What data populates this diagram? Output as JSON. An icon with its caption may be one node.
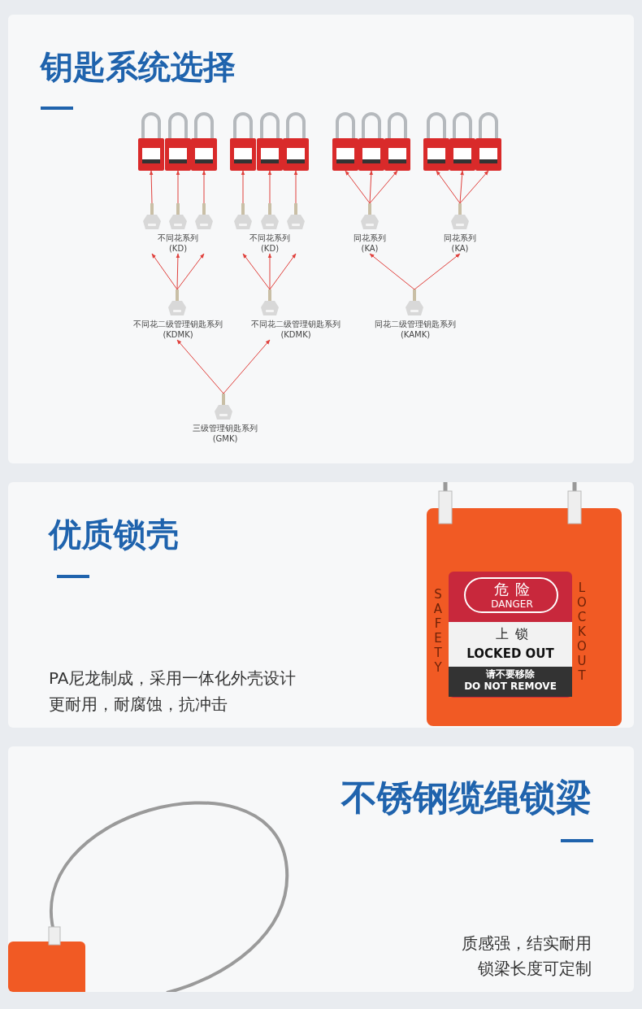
{
  "diagram": {
    "nodes": [
      {
        "text": [],
        "shape": "picture"
      },
      {
        "text": [],
        "shape": "picture"
      },
      {
        "text": [],
        "shape": "picture"
      },
      {
        "text": [],
        "shape": "picture"
      },
      {
        "text": [],
        "shape": "picture"
      },
      {
        "text": [],
        "shape": "picture"
      },
      {
        "text": [],
        "shape": "picture"
      },
      {
        "text": [],
        "shape": "picture"
      },
      {
        "text": [],
        "shape": "picture"
      },
      {
        "text": [],
        "shape": "picture"
      },
      {
        "text": [],
        "shape": "picture"
      },
      {
        "text": [],
        "shape": "picture"
      },
      {
        "text": [],
        "shape": "picture"
      },
      {
        "text": [
          "不同花系列 (KD)"
        ]
      },
      {
        "text": [],
        "shape": "picture"
      },
      {
        "text": [],
        "shape": "picture"
      },
      {
        "text": [
          "不同花系列 (KD)"
        ]
      },
      {
        "text": [],
        "shape": "picture"
      },
      {
        "text": [
          "同花系列 (KA)"
        ]
      },
      {
        "text": [
          "同花系列 (KA)"
        ]
      },
      {
        "text": [
          "不同花二级管理钥匙系列 (KDMK)"
        ]
      },
      {
        "text": [
          "不同花二级管理钥匙系列 (KDMK)"
        ]
      },
      {
        "text": [
          "同花二级管理钥匙系列 (KAMK)"
        ]
      },
      {
        "text": [
          "三级管理钥匙系列 (GMK)"
        ]
      }
    ],
    "edges": [
      {
        "from": 12,
        "to": 0,
        "arrow": "to"
      },
      {
        "from": 13,
        "to": 1,
        "arrow": "to"
      },
      {
        "from": 14,
        "to": 2,
        "arrow": "to"
      },
      {
        "from": 15,
        "to": 3,
        "arrow": "to"
      },
      {
        "from": 16,
        "to": 4,
        "arrow": "to"
      },
      {
        "from": 17,
        "to": 5,
        "arrow": "to"
      },
      {
        "from": 18,
        "to": 6,
        "arrow": "to"
      },
      {
        "from": 18,
        "to": 7,
        "arrow": "to"
      },
      {
        "from": 18,
        "to": 8,
        "arrow": "to"
      },
      {
        "from": 19,
        "to": 9,
        "arrow": "to"
      },
      {
        "from": 19,
        "to": 10,
        "arrow": "to"
      },
      {
        "from": 19,
        "to": 11,
        "arrow": "to"
      },
      {
        "from": 20,
        "to": 12,
        "arrow": "to"
      },
      {
        "from": 20,
        "to": 13,
        "arrow": "to"
      },
      {
        "from": 20,
        "to": 14,
        "arrow": "to"
      },
      {
        "from": 21,
        "to": 15,
        "arrow": "to"
      },
      {
        "from": 21,
        "to": 16,
        "arrow": "to"
      },
      {
        "from": 21,
        "to": 17,
        "arrow": "to"
      },
      {
        "from": 22,
        "to": 18,
        "arrow": "to"
      },
      {
        "from": 22,
        "to": 19,
        "arrow": "to"
      },
      {
        "from": 23,
        "to": 20,
        "arrow": "to"
      },
      {
        "from": 23,
        "to": 21,
        "arrow": "to"
      }
    ],
    "labels": [
      "钥匙系统选择",
      "优质锁壳",
      "PA尼龙制成，采用一体化外壳设计",
      "更耐用，耐腐蚀，抗冲击",
      "危险",
      "DANGER",
      "上锁",
      "LOCKED OUT",
      "请不要移除",
      "DO NOT REMOVE",
      "SAFETY",
      "LOCKOUT",
      "不锈钢缆绳锁梁",
      "质感强，结实耐用",
      "锁梁长度可定制"
    ]
  }
}
